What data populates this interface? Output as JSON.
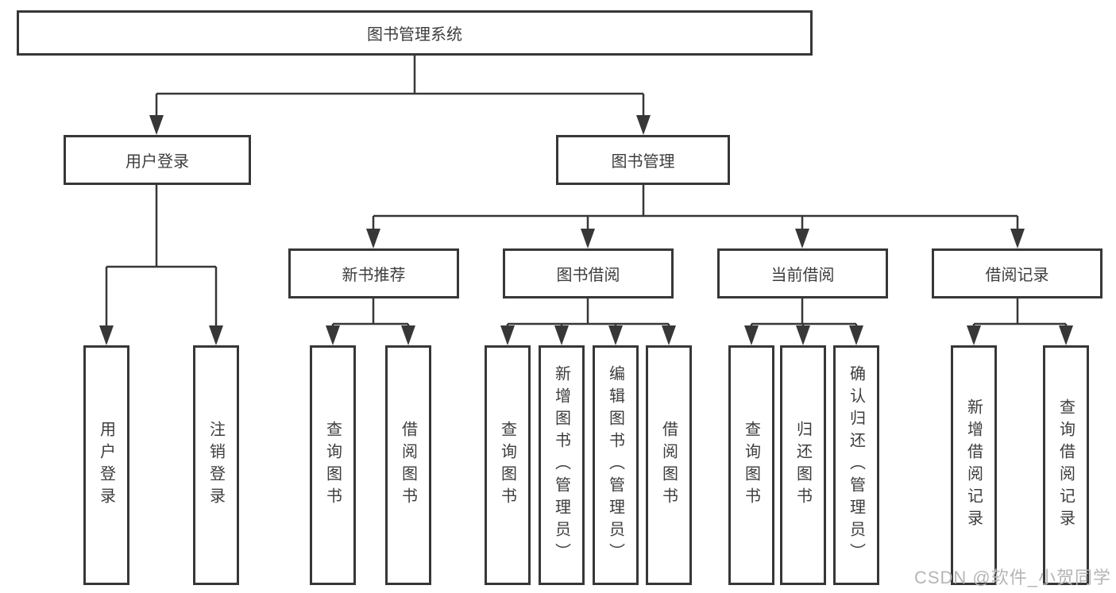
{
  "diagram_title": "图书管理系统",
  "tree": {
    "label": "图书管理系统",
    "children": [
      {
        "label": "用户登录",
        "children": [
          {
            "label": "用户登录"
          },
          {
            "label": "注销登录"
          }
        ]
      },
      {
        "label": "图书管理",
        "children": [
          {
            "label": "新书推荐",
            "children": [
              {
                "label": "查询图书"
              },
              {
                "label": "借阅图书"
              }
            ]
          },
          {
            "label": "图书借阅",
            "children": [
              {
                "label": "查询图书"
              },
              {
                "label": "新增图书（管理员）"
              },
              {
                "label": "编辑图书（管理员）"
              },
              {
                "label": "借阅图书"
              }
            ]
          },
          {
            "label": "当前借阅",
            "children": [
              {
                "label": "查询图书"
              },
              {
                "label": "归还图书"
              },
              {
                "label": "确认归还（管理员）"
              }
            ]
          },
          {
            "label": "借阅记录",
            "children": [
              {
                "label": "新增借阅记录"
              },
              {
                "label": "查询借阅记录"
              }
            ]
          }
        ]
      }
    ]
  },
  "watermark": {
    "text": "CSDN @软件_小贺同学"
  },
  "colors": {
    "line": "#373737",
    "text": "#3d3d3d",
    "box_background": "#ffffff",
    "watermark": "#b5b5b5",
    "background": "#ffffff"
  }
}
